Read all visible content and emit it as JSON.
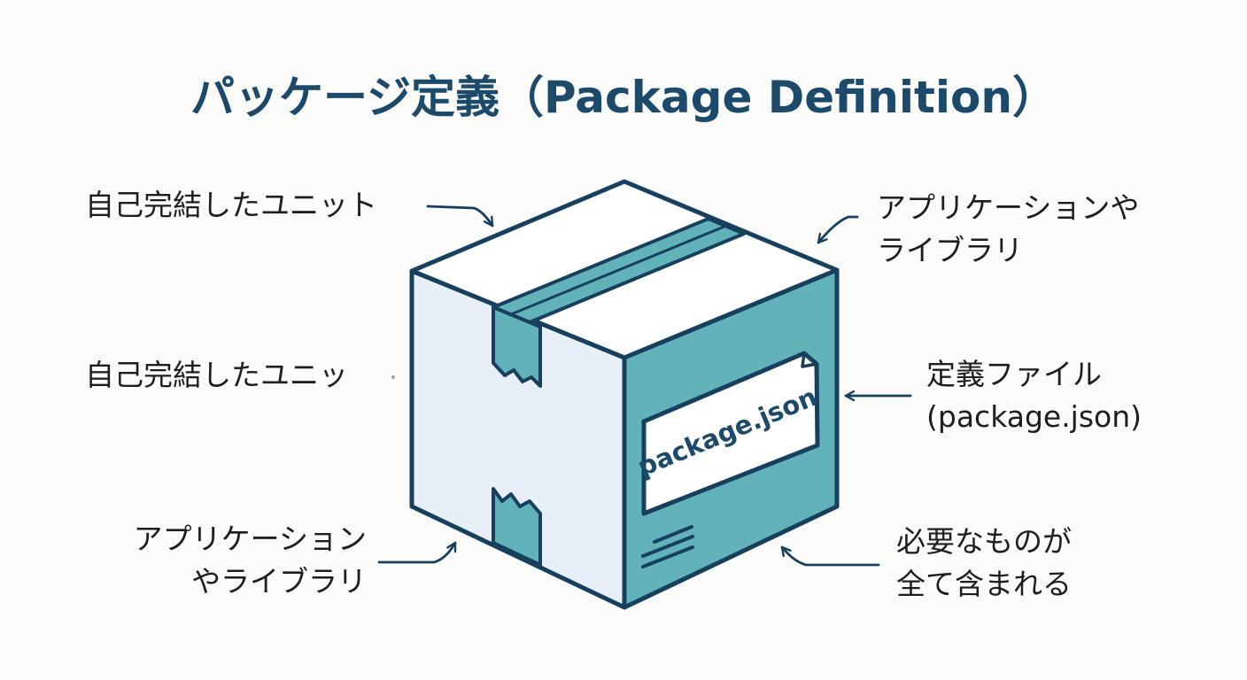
{
  "title": "パッケージ定義（Package Definition）",
  "labels": {
    "top_left": "自己完結したユニット",
    "middle_left": "自己完結したユニッ",
    "bottom_left": [
      "アプリケーション",
      "やライブラリ"
    ],
    "top_right": [
      "アプリケーションや",
      "ライブラリ"
    ],
    "middle_right": [
      "定義ファイル",
      "(package.json)"
    ],
    "bottom_right": [
      "必要なものが",
      "全て含まれる"
    ]
  },
  "box_label": "package.json",
  "colors": {
    "title": "#1c4a6b",
    "outline": "#17405e",
    "teal": "#62b3b9",
    "left_face": "#e7f0f8",
    "top_face": "#ffffff"
  }
}
